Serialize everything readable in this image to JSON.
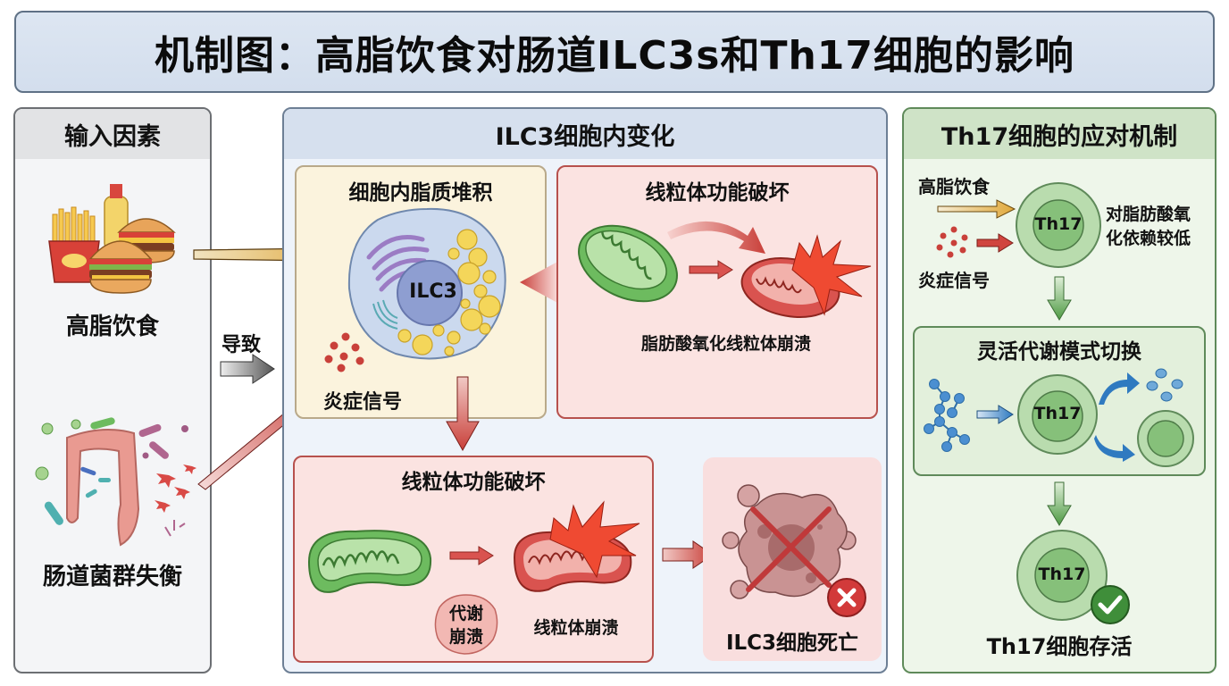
{
  "title": "机制图：高脂饮食对肠道ILC3s和Th17细胞的影响",
  "left_panel": {
    "header": "输入因素",
    "items": [
      {
        "label": "高脂饮食",
        "icon": "fast-food-icon"
      },
      {
        "label": "肠道菌群失衡",
        "icon": "gut-microbiota-icon"
      }
    ],
    "connector_label": "导致"
  },
  "middle_panel": {
    "header": "ILC3细胞内变化",
    "lipid_box": {
      "title": "细胞内脂质堆积",
      "cell_label": "ILC3",
      "signal_label": "炎症信号"
    },
    "mito_top": {
      "title": "线粒体功能破坏",
      "caption": "脂肪酸氧化线粒体崩溃"
    },
    "mito_bottom": {
      "title": "线粒体功能破坏",
      "badge": "代谢\n崩溃",
      "badge_line1": "代谢",
      "badge_line2": "崩溃",
      "caption": "线粒体崩溃"
    },
    "death": {
      "caption": "ILC3细胞死亡"
    }
  },
  "right_panel": {
    "header": "Th17细胞的应对机制",
    "inputs": {
      "diet_label": "高脂饮食",
      "signal_label": "炎症信号"
    },
    "cell_label": "Th17",
    "note_line1": "对脂肪酸氧",
    "note_line2": "化依赖较低",
    "switch_box": {
      "title": "灵活代谢模式切换",
      "cell_label": "Th17"
    },
    "survival": {
      "cell_label": "Th17",
      "caption": "Th17细胞存活"
    }
  },
  "colors": {
    "title_bg": "#d8e2ef",
    "diet_arrow": "#e0a83a",
    "signal_arrow": "#c9403a",
    "mito_green": "#6dbb5f",
    "mito_red": "#d9534f",
    "th17_green": "#9fcf94",
    "fat_yellow": "#f2d45c",
    "cell_blue": "#c9d8ee",
    "metabolite_blue": "#4b8fd1"
  }
}
